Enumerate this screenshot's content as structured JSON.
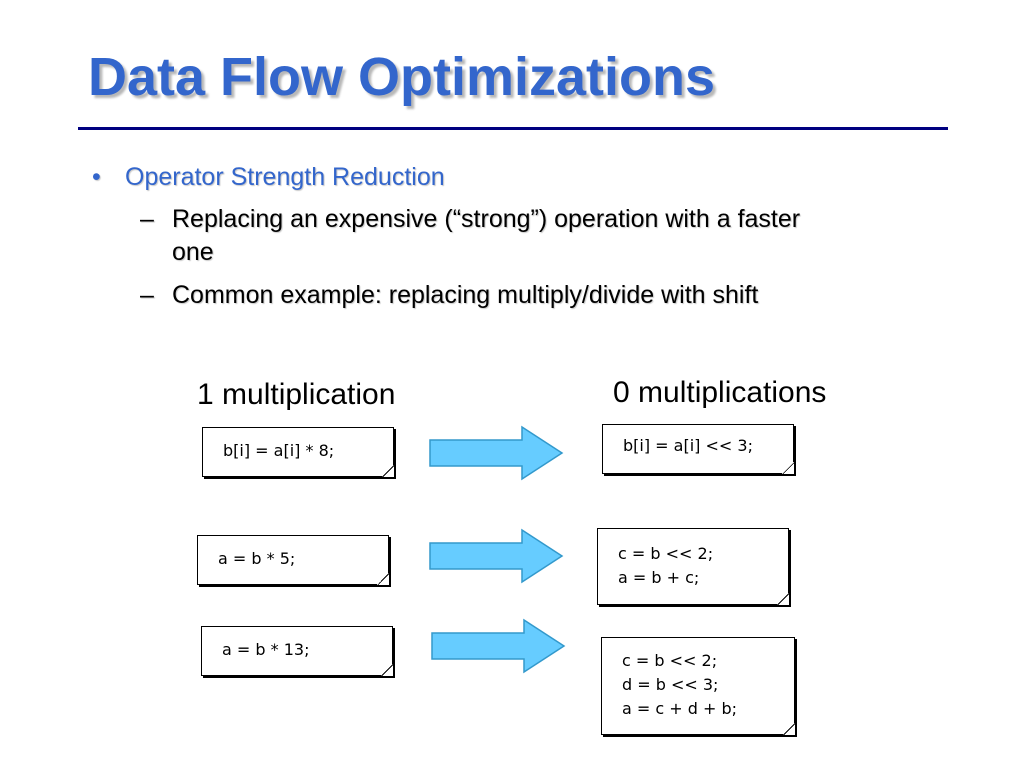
{
  "title": "Data Flow Optimizations",
  "bullet": {
    "marker": "•",
    "text": "Operator Strength Reduction"
  },
  "sub_bullets": [
    {
      "marker": "–",
      "text": "Replacing an expensive (“strong”) operation with a faster\none"
    },
    {
      "marker": "–",
      "text": "Common example: replacing multiply/divide with shift"
    }
  ],
  "captions": {
    "left": "1 multiplication",
    "right": "0 multiplications"
  },
  "examples": [
    {
      "before": "b[i] = a[i] * 8;",
      "after": "b[i] = a[i] << 3;"
    },
    {
      "before": "a = b * 5;",
      "after": "c = b << 2;\na = b + c;"
    },
    {
      "before": "a = b * 13;",
      "after": "c = b << 2;\nd = b << 3;\na = c + d + b;"
    }
  ],
  "colors": {
    "title": "#3366cc",
    "rule": "#000080",
    "arrow_fill": "#66ccff",
    "arrow_stroke": "#3399cc"
  }
}
